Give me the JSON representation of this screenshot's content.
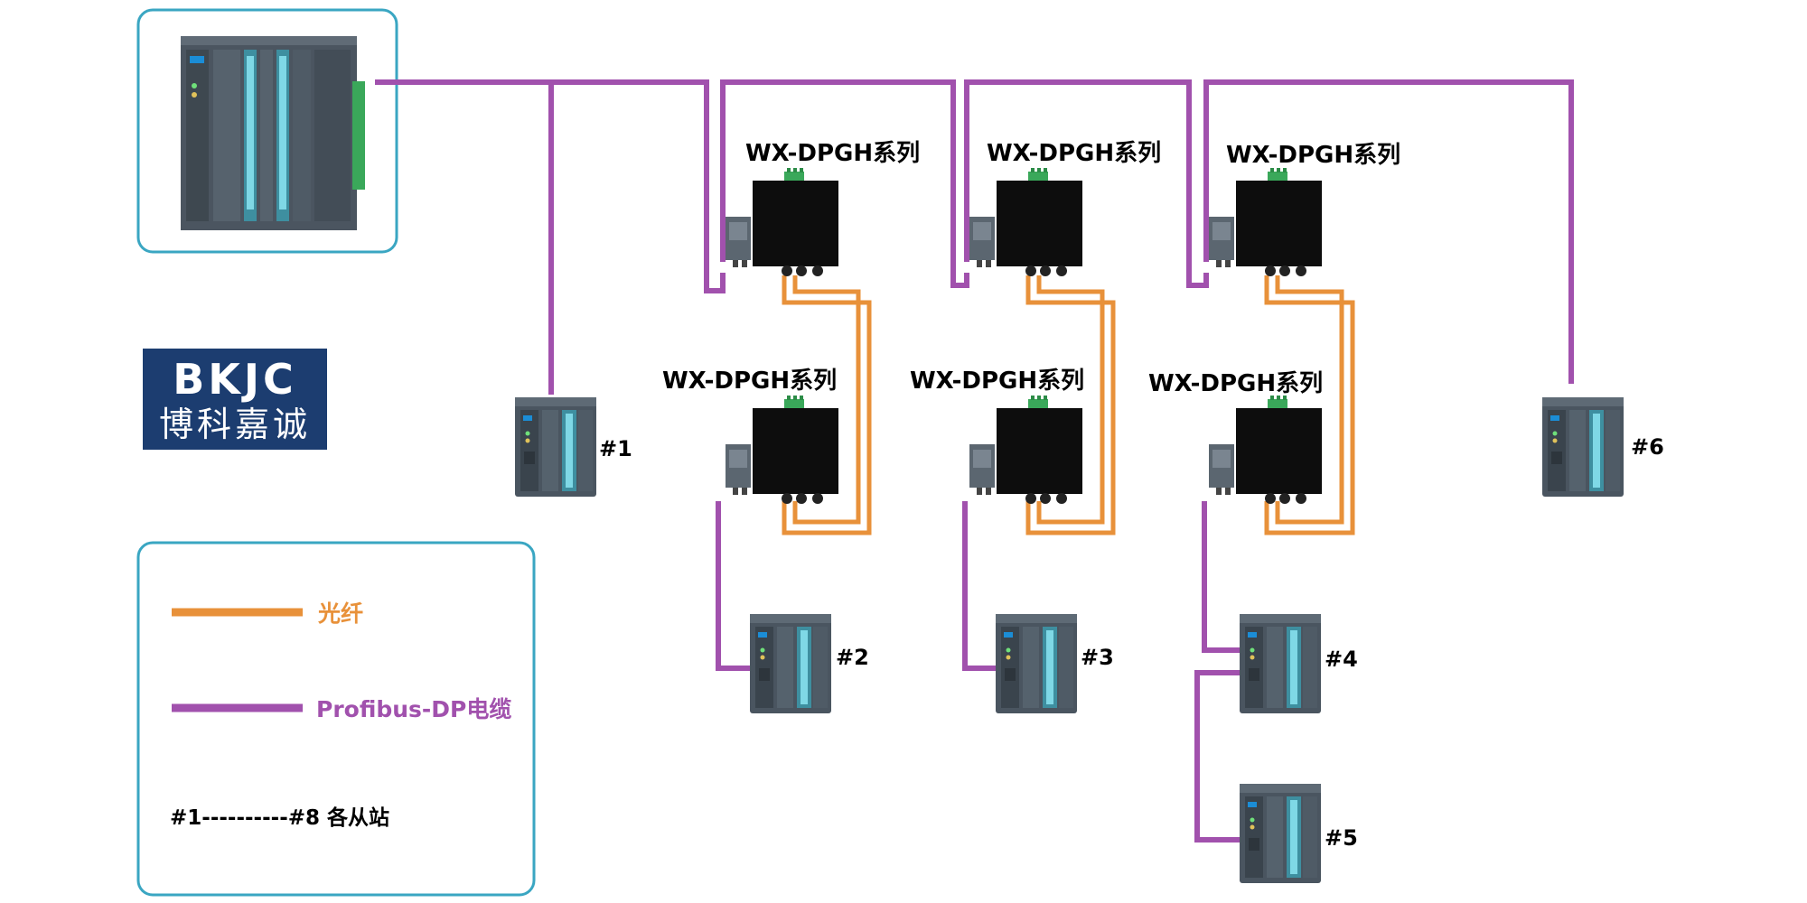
{
  "brand": {
    "logo_text": "BKJC",
    "logo_subtitle": "博科嘉诚",
    "bg_color": "#1c3d70"
  },
  "colors": {
    "fiber": "#e8913a",
    "cable": "#a151ad",
    "frame": "#3aa6c2",
    "converter": "#0d0d0d"
  },
  "converters": {
    "top": [
      "WX-DPGH系列",
      "WX-DPGH系列",
      "WX-DPGH系列"
    ],
    "bottom": [
      "WX-DPGH系列",
      "WX-DPGH系列",
      "WX-DPGH系列"
    ]
  },
  "stations": [
    "#1",
    "#2",
    "#3",
    "#4",
    "#5",
    "#6"
  ],
  "legend": {
    "fiber_label": "光纤",
    "cable_label": "Profibus-DP电缆",
    "stations_range": "#1----------#8",
    "stations_desc": "各从站"
  }
}
